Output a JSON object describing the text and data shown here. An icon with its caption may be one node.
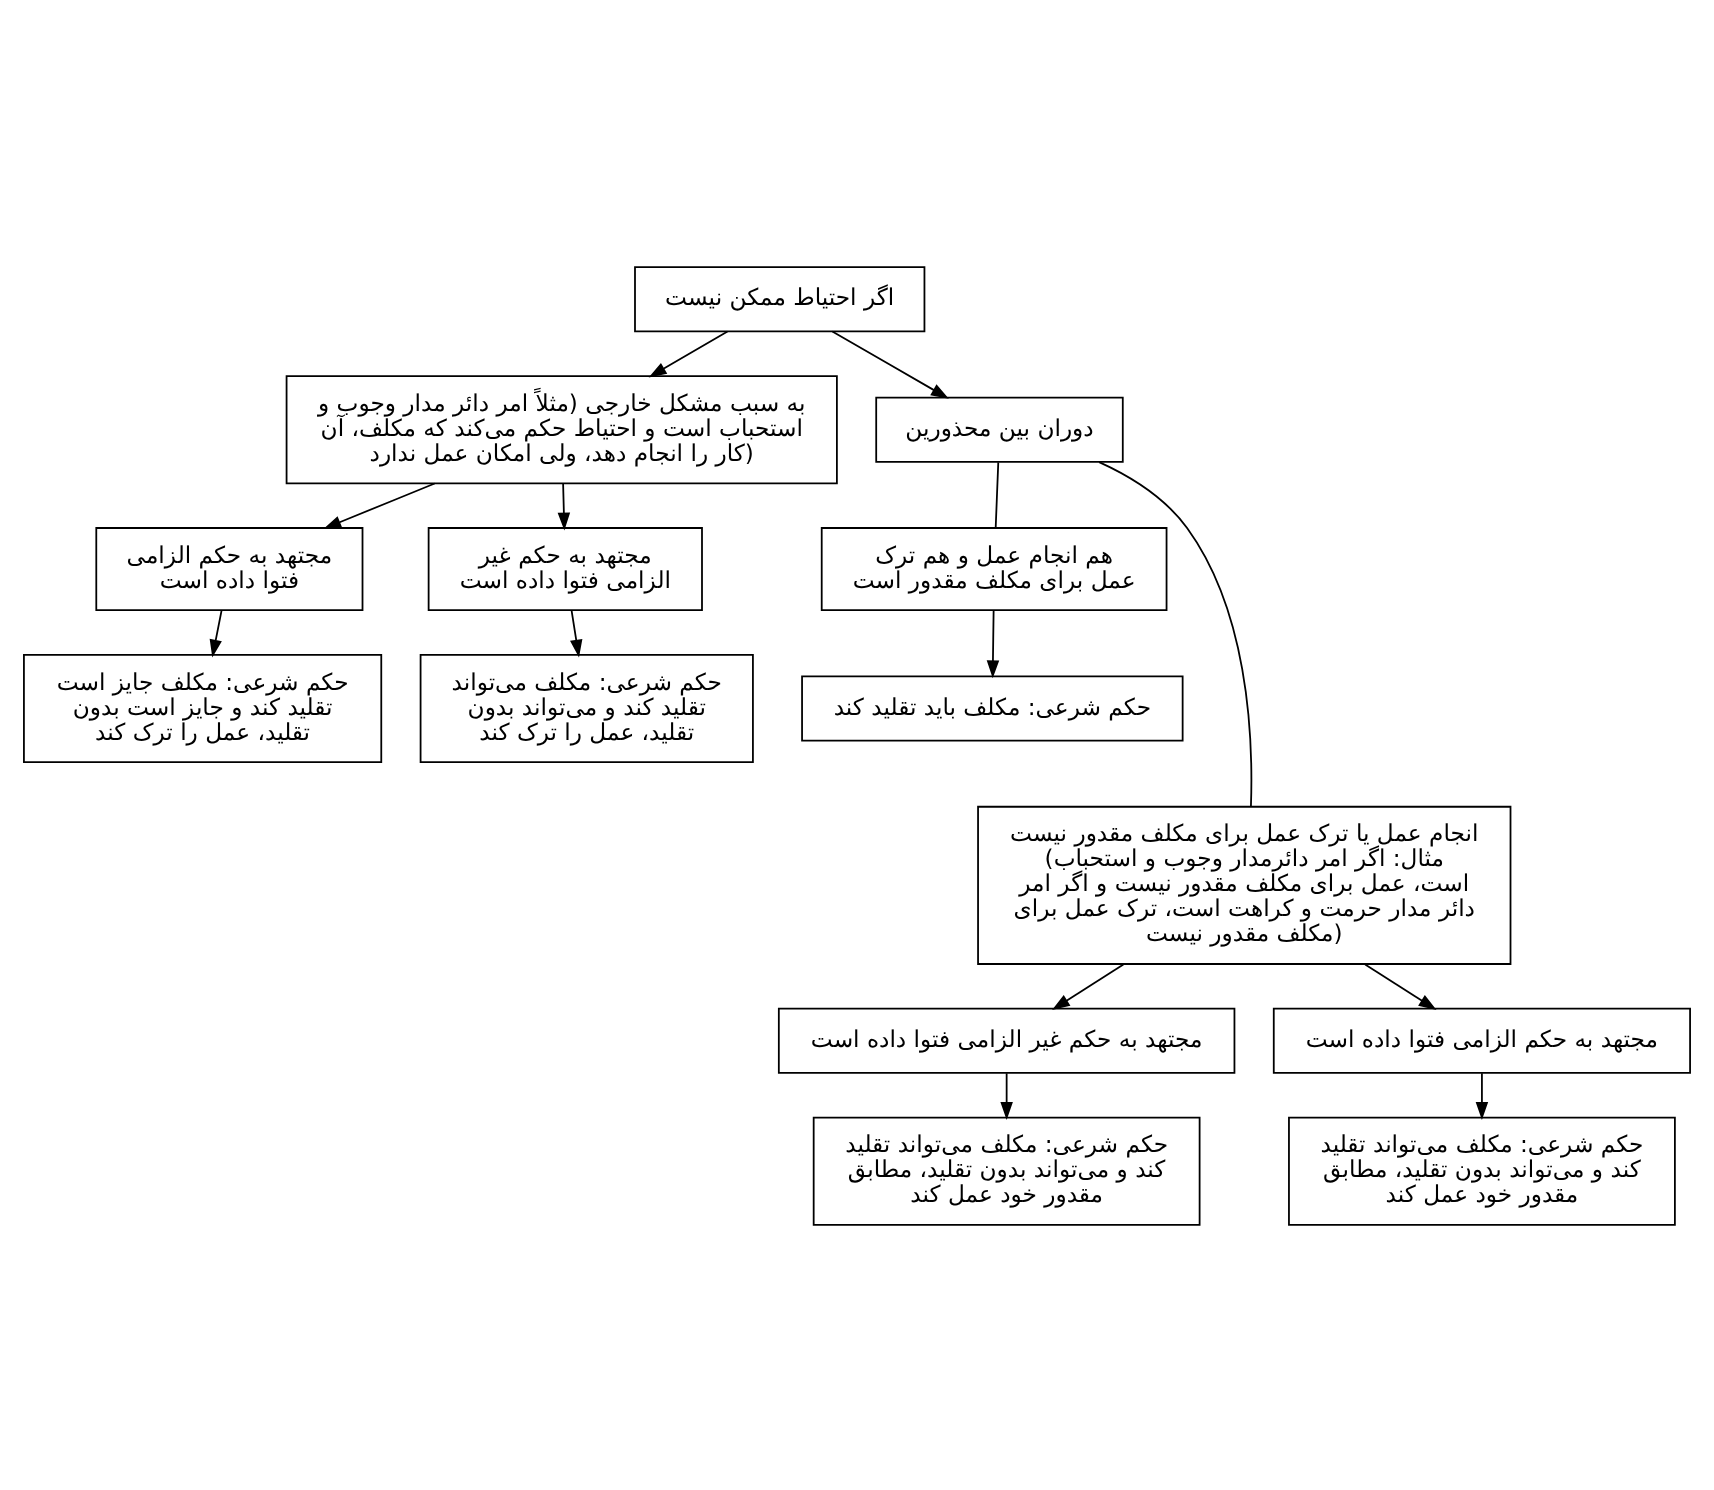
{
  "diagram": {
    "nodes": [
      {
        "text": [
          "اگر احتیاط ممکن نیست"
        ]
      },
      {
        "text": [
          "به سبب مشکل خارجی (مثلاً امر دائر مدار وجوب و استحباب است و احتیاط حکم می‌کند که مکلف، آن کار را انجام دهد، ولی امکان عمل ندارد)"
        ]
      },
      {
        "text": [
          "دوران بین محذورین"
        ]
      },
      {
        "text": [
          "مجتهد به حکم غیر الزامی فتوا داده است"
        ]
      },
      {
        "text": [
          "مجتهد به حکم الزامی فتوا داده است"
        ]
      },
      {
        "text": [
          "حکم شرعی: مکلف می‌تواند تقلید کند و می‌تواند بدون تقلید، عمل را ترک کند"
        ]
      },
      {
        "text": [
          "حکم شرعی: مکلف جایز است تقلید کند و جایز است بدون تقلید، عمل را ترک کند"
        ]
      },
      {
        "text": [
          "هم انجام عمل و هم ترک عمل برای مکلف مقدور است"
        ]
      },
      {
        "text": [
          "حکم شرعی: مکلف باید تقلید کند"
        ]
      },
      {
        "text": [
          "انجام عمل یا ترک عمل برای مکلف مقدور نیست (مثال: اگر امر دائرمدار وجوب و استحباب است، عمل برای مکلف مقدور نیست و اگر امر دائر مدار حرمت و کراهت است، ترک عمل برای مکلف مقدور نیست)"
        ]
      },
      {
        "text": [
          "مجتهد به حکم غیر الزامی فتوا داده است"
        ]
      },
      {
        "text": [
          "حکم شرعی: مکلف می‌تواند تقلید کند و می‌تواند بدون تقلید، مطابق مقدور خود عمل کند"
        ]
      },
      {
        "text": [
          "مجتهد به حکم الزامی فتوا داده است"
        ]
      },
      {
        "text": [
          "حکم شرعی: مکلف می‌تواند تقلید کند و می‌تواند بدون تقلید، مطابق مقدور خود عمل کند"
        ]
      }
    ],
    "edges": [
      {
        "from": 0,
        "to": 1,
        "arrow": "to"
      },
      {
        "from": 0,
        "to": 2,
        "arrow": "to"
      },
      {
        "from": 1,
        "to": 4,
        "arrow": "to"
      },
      {
        "from": 1,
        "to": 3,
        "arrow": "to"
      },
      {
        "from": 4,
        "to": 6,
        "arrow": "to"
      },
      {
        "from": 3,
        "to": 5,
        "arrow": "to"
      },
      {
        "from": 2,
        "to": 7,
        "arrow": "none"
      },
      {
        "from": 7,
        "to": 8,
        "arrow": "to"
      },
      {
        "from": 2,
        "to": 9,
        "arrow": "none"
      },
      {
        "from": 9,
        "to": 10,
        "arrow": "to"
      },
      {
        "from": 9,
        "to": 12,
        "arrow": "to"
      },
      {
        "from": 10,
        "to": 11,
        "arrow": "to"
      },
      {
        "from": 12,
        "to": 13,
        "arrow": "to"
      }
    ]
  }
}
